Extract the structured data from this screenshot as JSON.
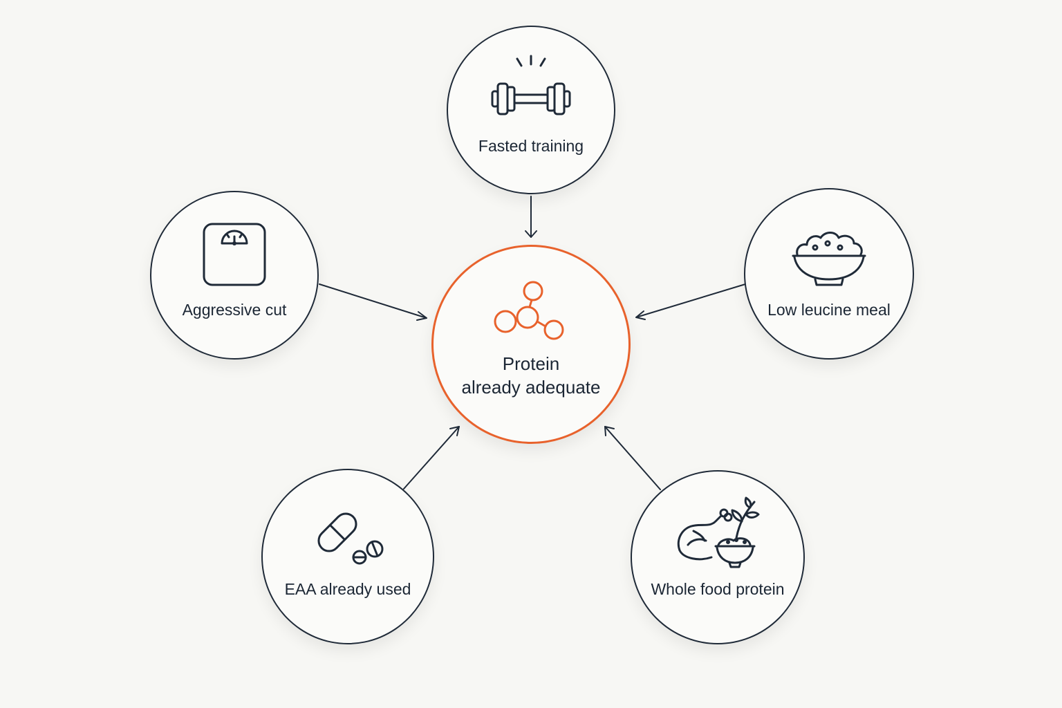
{
  "diagram": {
    "center": {
      "label_line1": "Protein",
      "label_line2": "already adequate",
      "icon": "molecule-icon",
      "accent_color": "#e8622c"
    },
    "nodes": {
      "fasted_training": {
        "label": "Fasted training",
        "icon": "dumbbell-icon"
      },
      "aggressive_cut": {
        "label": "Aggressive cut",
        "icon": "scale-icon"
      },
      "low_leucine_meal": {
        "label": "Low leucine meal",
        "icon": "bowl-icon"
      },
      "eaa_already_used": {
        "label": "EAA already used",
        "icon": "capsule-icon"
      },
      "whole_food_protein": {
        "label": "Whole food protein",
        "icon": "chicken-bowl-icon"
      }
    },
    "colors": {
      "background": "#f7f7f4",
      "stroke": "#1f2a38",
      "accent": "#e8622c"
    }
  }
}
